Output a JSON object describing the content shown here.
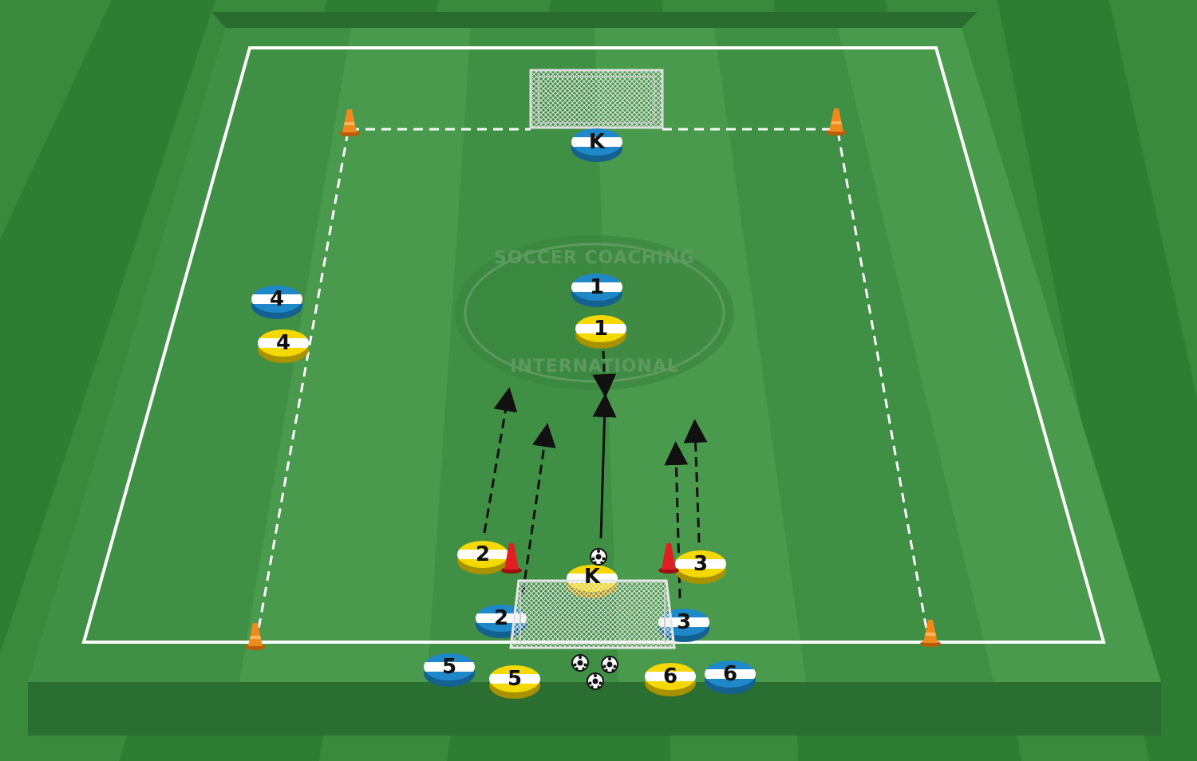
{
  "watermark": {
    "line1": "SOCCER COACHING",
    "line2": "INTERNATIONAL"
  },
  "colors": {
    "blue_team": "#1e88c8",
    "yellow_team": "#f5d800",
    "pitch": "#3f8f45",
    "cone": "#f08a1c",
    "marker": "#e02020"
  },
  "players": {
    "blue_keeper": "K",
    "yellow_keeper": "K",
    "blue_1": "1",
    "yellow_1": "1",
    "blue_2": "2",
    "yellow_2": "2",
    "blue_3": "3",
    "yellow_3": "3",
    "blue_4": "4",
    "yellow_4": "4",
    "blue_5": "5",
    "yellow_5": "5",
    "blue_6": "6",
    "yellow_6": "6"
  }
}
